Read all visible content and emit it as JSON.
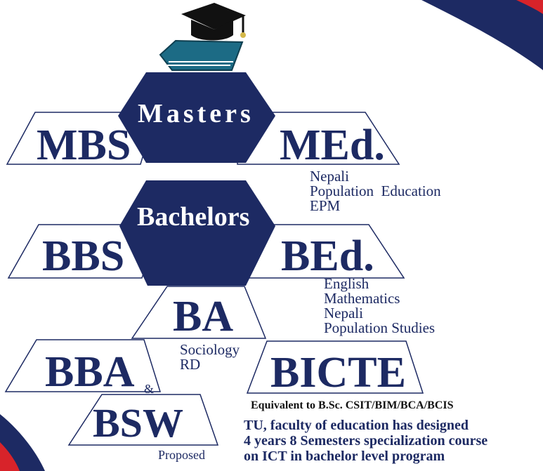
{
  "colors": {
    "navy": "#1d2a63",
    "red": "#d8232a",
    "book": "#1c6b85",
    "cap": "#111111"
  },
  "icons": [
    "graduation-cap-icon",
    "book-icon"
  ],
  "masters": {
    "title": "Masters",
    "left": "MBS",
    "right": "MEd.",
    "right_subjects": [
      "Nepali",
      "Population  Education",
      "EPM"
    ]
  },
  "bachelors": {
    "title": "Bachelors",
    "left": "BBS",
    "right": "BEd.",
    "right_subjects": [
      "English",
      "Mathematics",
      "Nepali",
      "Population Studies"
    ]
  },
  "ba": {
    "title": "BA",
    "subjects": [
      "Sociology",
      "RD"
    ]
  },
  "bba": "BBA",
  "ampersand": "&",
  "bsw": "BSW",
  "proposed": "Proposed",
  "bicte": "BICTE",
  "equivalent": "Equivalent to B.Sc. CSIT/BIM/BCA/BCIS",
  "description": [
    "TU, faculty of education has designed",
    "4 years 8 Semesters specialization course",
    "on ICT in bachelor level program"
  ]
}
